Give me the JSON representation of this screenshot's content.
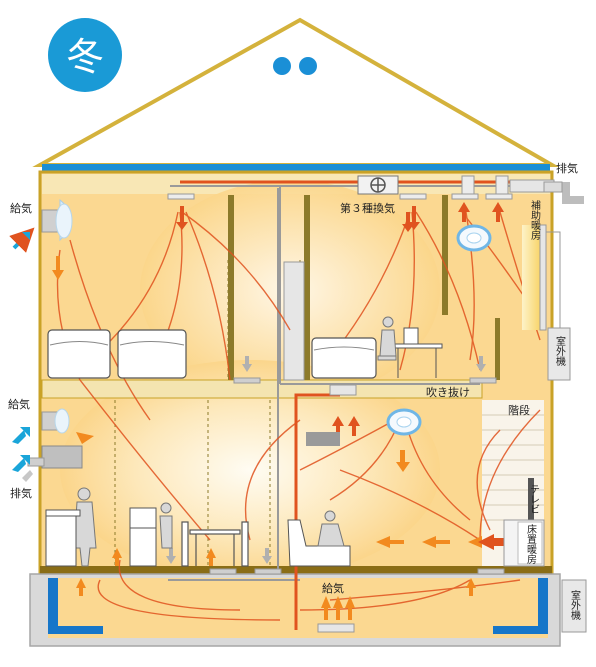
{
  "season": "冬",
  "labels": {
    "exhaust_top_right": "排気",
    "supply_upper_left": "給気",
    "supply_middle_left": "給気",
    "exhaust_lower_left": "排気",
    "third_type_ventilation": "第３種換気",
    "aux_heating": "補助暖房",
    "outdoor_unit_upper": "室外機",
    "outdoor_unit_lower": "室外機",
    "atrium": "吹き抜け",
    "stairs": "階段",
    "tv": "テレビ",
    "floor_heating": "床置暖房",
    "supply_underfloor": "給気"
  },
  "colors": {
    "badge": "#1a9ad6",
    "roof_line": "#d4b23c",
    "wall_outline": "#c9a227",
    "interior_warm": "#fbd891",
    "interior_glow": "#fff7e0",
    "warm_arrow": "#e0531f",
    "orange_arrow": "#f28a1f",
    "supply_arrow": "#1aa5d9",
    "foundation_blue": "#1676c9",
    "duct_grey": "#9a9a9a"
  }
}
